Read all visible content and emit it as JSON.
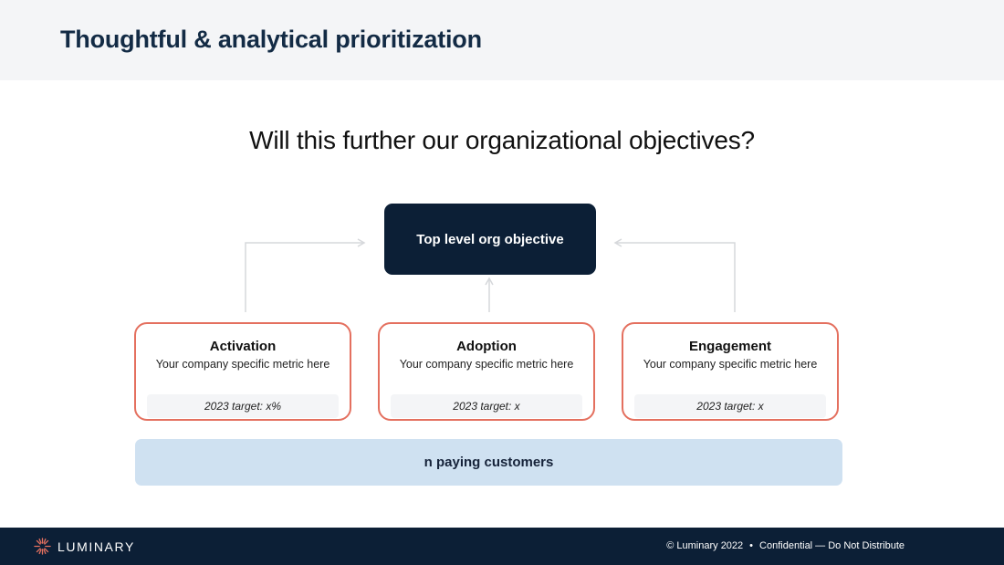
{
  "header": {
    "title": "Thoughtful & analytical prioritization"
  },
  "question": "Will this further our organizational objectives?",
  "objective": {
    "label": "Top level org objective"
  },
  "metrics": [
    {
      "title": "Activation",
      "description": "Your company specific metric here",
      "target": "2023 target: x%"
    },
    {
      "title": "Adoption",
      "description": "Your company specific metric here",
      "target": "2023 target: x"
    },
    {
      "title": "Engagement",
      "description": "Your company specific metric here",
      "target": "2023 target: x"
    }
  ],
  "customers": {
    "label": "n paying customers"
  },
  "footer": {
    "brand": "LUMINARY",
    "copyright": "© Luminary 2022",
    "separator": "•",
    "confidential": "Confidential — Do Not Distribute"
  },
  "colors": {
    "navy": "#0c1f36",
    "card_border": "#e4705f",
    "customers_bar": "#cfe1f1",
    "header_bg": "#f4f5f7",
    "connector": "#d6d8db",
    "logo": "#e4705f"
  },
  "icons": {
    "brand_logo": "sunburst-icon"
  }
}
